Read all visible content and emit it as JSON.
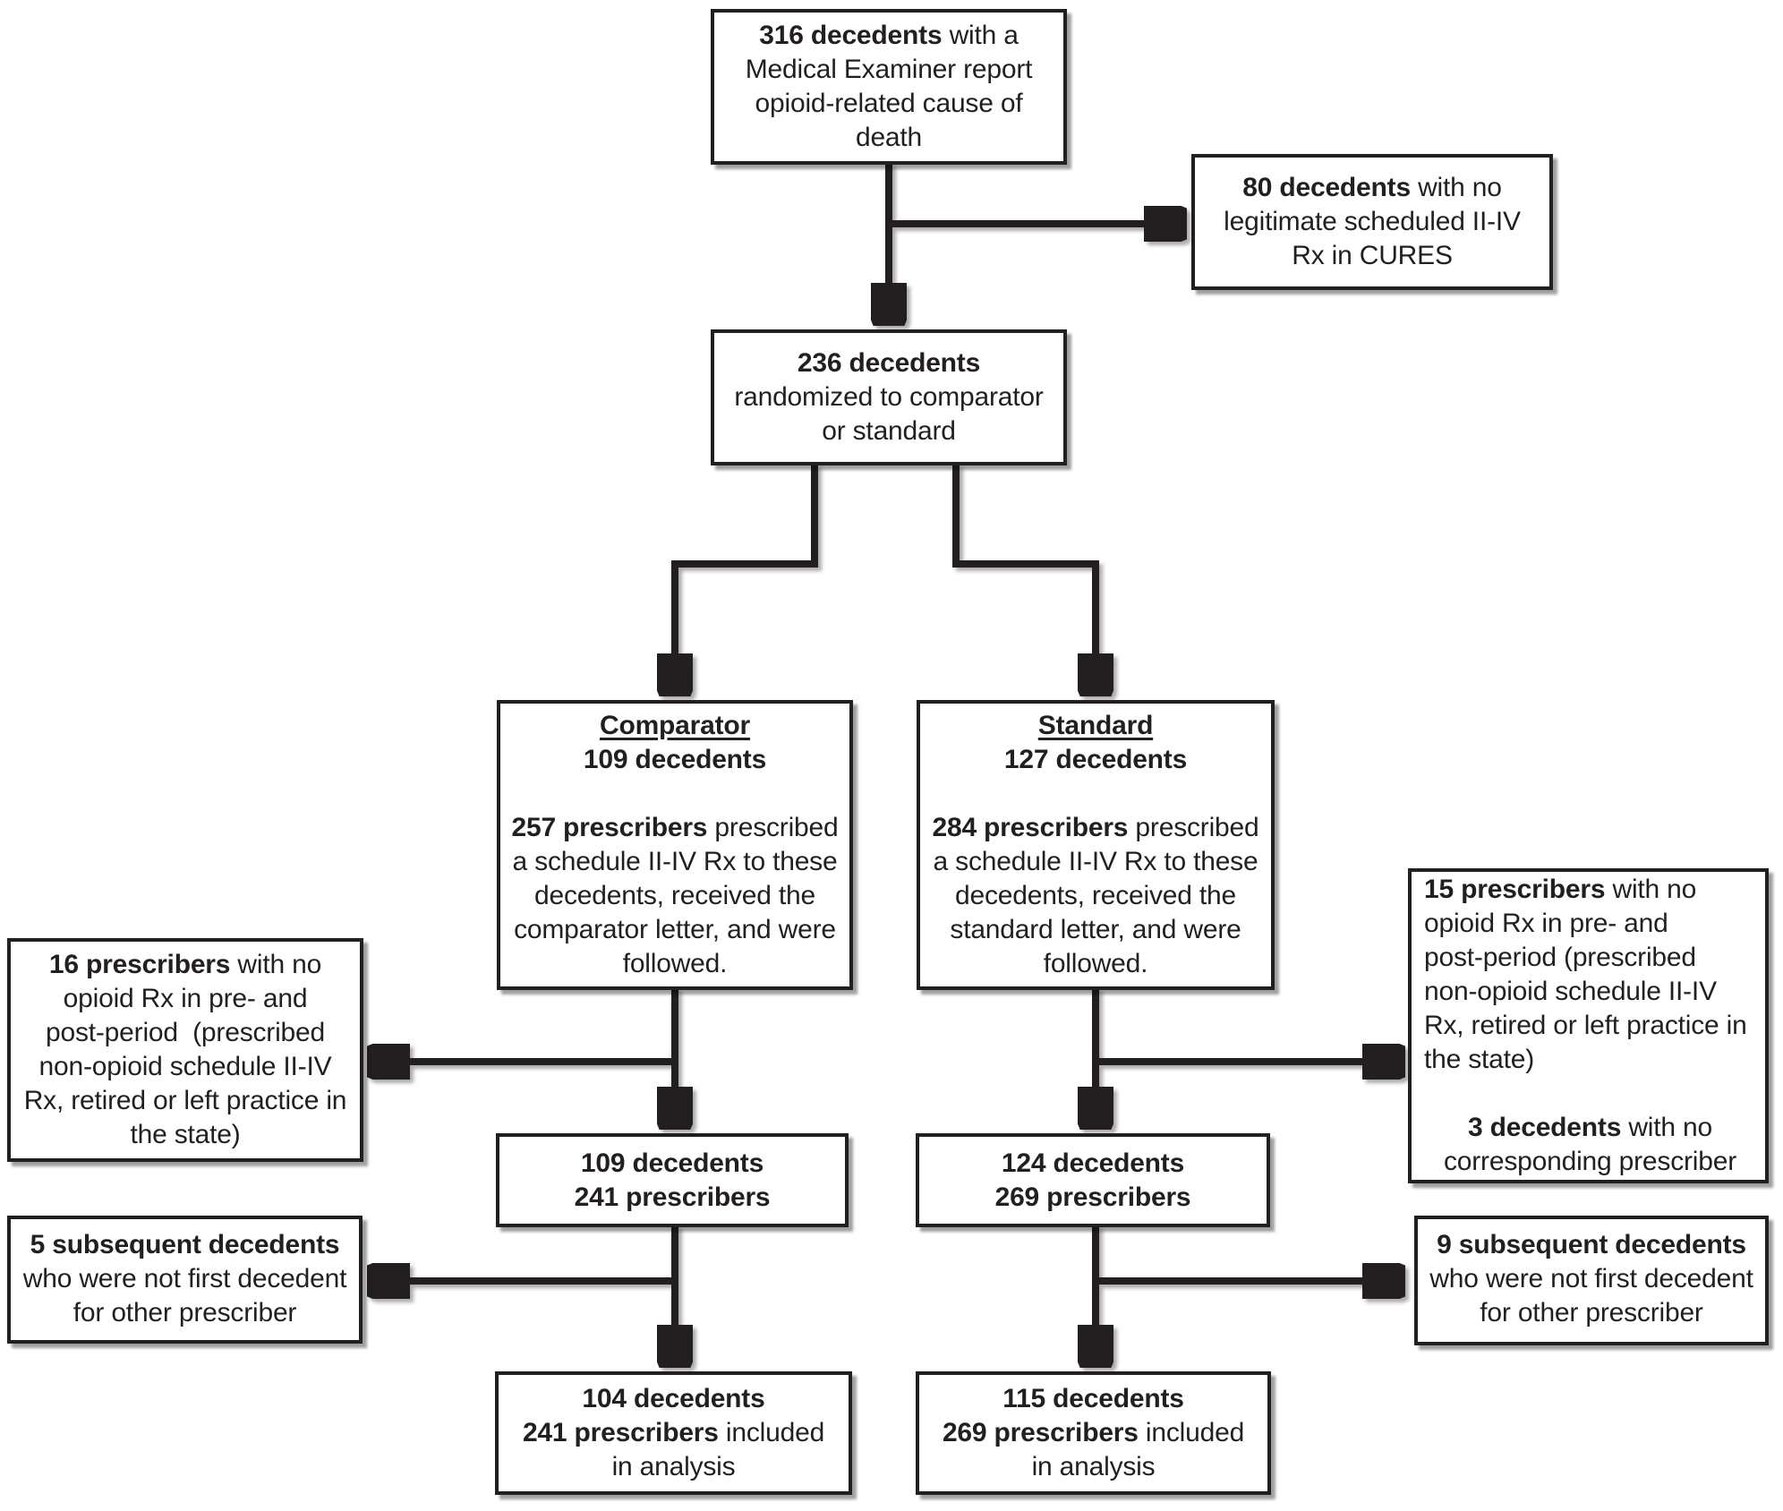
{
  "colors": {
    "ink": "#231f20",
    "box_background": "#ffffff"
  },
  "flowchart": {
    "boxes": {
      "me_report": {
        "lines": [
          {
            "b": "316 decedents",
            "t": " with a"
          },
          {
            "t": "Medical Examiner report"
          },
          {
            "t": "opioid-related cause of"
          },
          {
            "t": "death"
          }
        ]
      },
      "no_cures_rx": {
        "lines": [
          {
            "b": "80 decedents",
            "t": " with no"
          },
          {
            "t": "legitimate scheduled II-IV"
          },
          {
            "t": "Rx in CURES"
          }
        ]
      },
      "randomized": {
        "lines": [
          {
            "b": "236 decedents"
          },
          {
            "t": "randomized to comparator"
          },
          {
            "t": "or standard"
          }
        ]
      },
      "comparator_arm": {
        "lines": [
          {
            "b": "Comparator",
            "u": true
          },
          {
            "b": "109 decedents"
          },
          {
            "blank": true
          },
          {
            "b": "257 prescribers",
            "t": " prescribed"
          },
          {
            "t": "a schedule II-IV Rx to these"
          },
          {
            "t": "decedents, received the"
          },
          {
            "t": "comparator letter, and were"
          },
          {
            "t": "followed."
          }
        ]
      },
      "standard_arm": {
        "lines": [
          {
            "b": "Standard",
            "u": true
          },
          {
            "b": "127 decedents"
          },
          {
            "blank": true
          },
          {
            "b": "284 prescribers",
            "t": " prescribed"
          },
          {
            "t": "a schedule II-IV Rx to these"
          },
          {
            "t": "decedents, received the"
          },
          {
            "t": "standard letter, and were"
          },
          {
            "t": "followed."
          }
        ]
      },
      "excluded_16_prescribers": {
        "lines": [
          {
            "b": "16 prescribers",
            "t": " with no"
          },
          {
            "t": "opioid Rx in pre- and"
          },
          {
            "t": "post-period  (prescribed"
          },
          {
            "t": "non-opioid schedule II-IV"
          },
          {
            "t": "Rx, retired or left practice in"
          },
          {
            "t": "the state)"
          }
        ]
      },
      "excluded_15_prescribers": {
        "lines": [
          {
            "b": "15 prescribers",
            "t": " with no"
          },
          {
            "t": "opioid Rx in pre- and"
          },
          {
            "t": "post-period (prescribed"
          },
          {
            "t": "non-opioid schedule II-IV"
          },
          {
            "t": "Rx, retired or left practice in"
          },
          {
            "t": "the state)"
          },
          {
            "blank": true
          },
          {
            "b": "3 decedents",
            "t": " with no",
            "align": "center"
          },
          {
            "t": "corresponding prescriber",
            "align": "center"
          }
        ]
      },
      "comparator_followed": {
        "lines": [
          {
            "b": "109 decedents"
          },
          {
            "b": "241 prescribers"
          }
        ]
      },
      "standard_followed": {
        "lines": [
          {
            "b": "124 decedents"
          },
          {
            "b": "269 prescribers"
          }
        ]
      },
      "excluded_5_subsequent": {
        "lines": [
          {
            "b": "5 subsequent decedents"
          },
          {
            "t": "who were not first decedent"
          },
          {
            "t": "for other prescriber"
          }
        ]
      },
      "excluded_9_subsequent": {
        "lines": [
          {
            "b": "9 subsequent decedents"
          },
          {
            "t": "who were not first decedent"
          },
          {
            "t": "for other prescriber"
          }
        ]
      },
      "comparator_analysis": {
        "lines": [
          {
            "b": "104 decedents"
          },
          {
            "b": "241 prescribers",
            "t": " included"
          },
          {
            "t": "in analysis"
          }
        ]
      },
      "standard_analysis": {
        "lines": [
          {
            "b": "115 decedents"
          },
          {
            "b": "269 prescribers",
            "t": " included"
          },
          {
            "t": "in analysis"
          }
        ]
      }
    }
  }
}
